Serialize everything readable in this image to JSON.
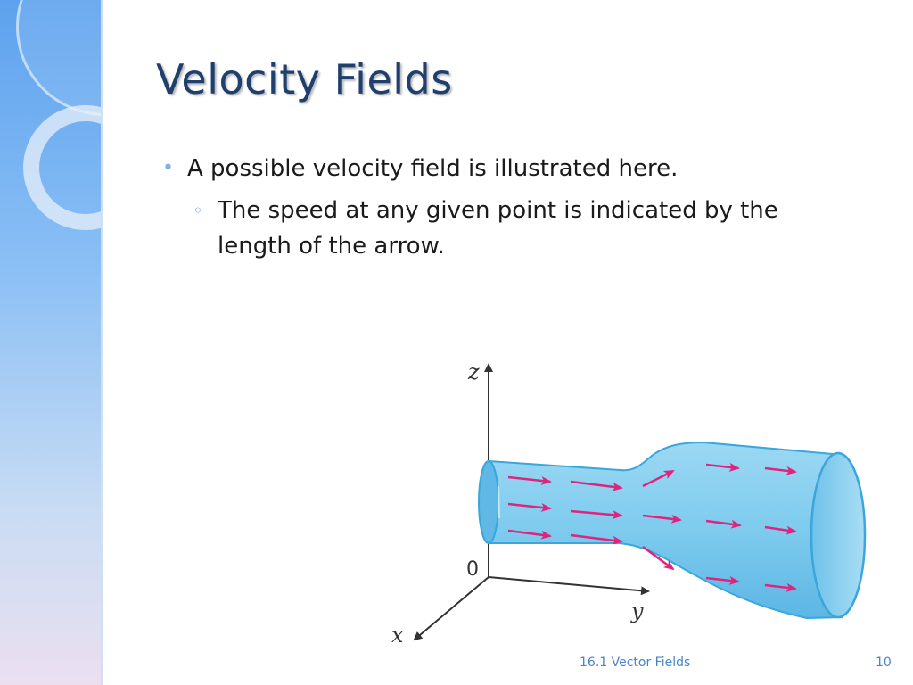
{
  "slide": {
    "title": "Velocity Fields",
    "bullet_1": "A possible velocity field is illustrated here.",
    "bullet_1_1": "The speed at any given point is indicated by the length of the arrow.",
    "footer": "16.1 Vector Fields",
    "page_number": "10"
  },
  "figure": {
    "axis_z": "z",
    "axis_y": "y",
    "axis_x": "x",
    "origin": "0",
    "colors": {
      "pipe_fill": "#7ecbee",
      "pipe_edge": "#3aa6db",
      "arrow": "#e0247e",
      "axis": "#333333"
    }
  },
  "theme": {
    "title_color": "#1f3f6d",
    "bullet_color": "#7fb0e8",
    "footer_color": "#4a84c8"
  }
}
